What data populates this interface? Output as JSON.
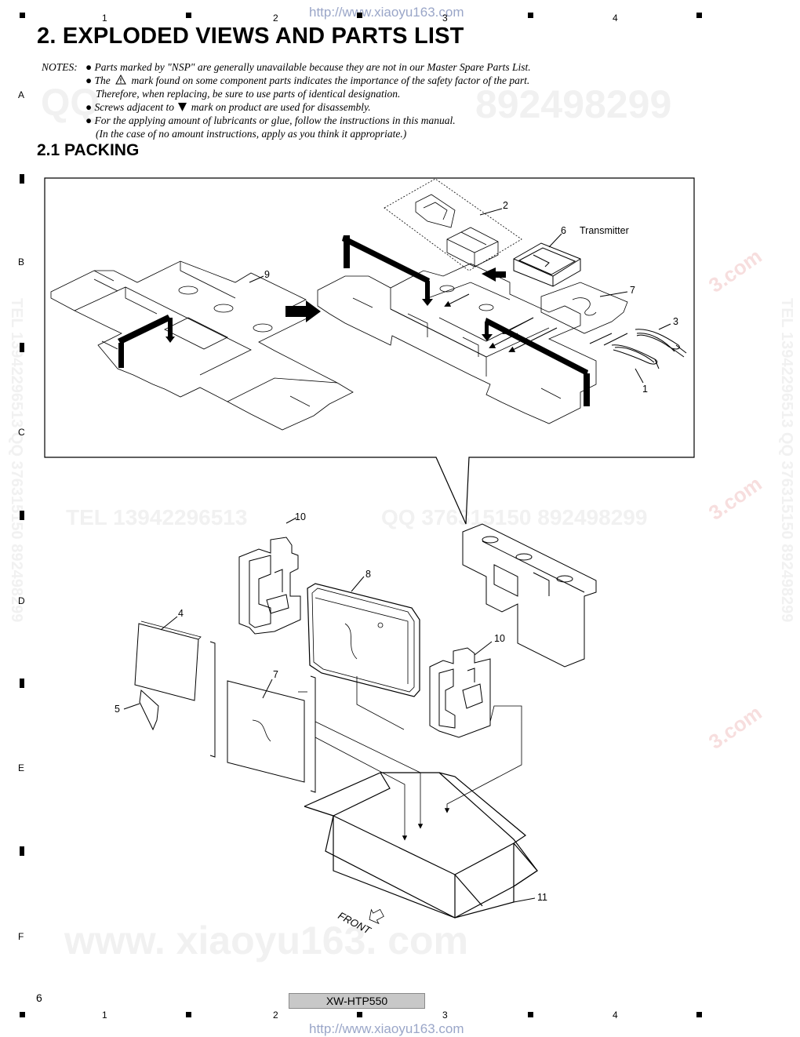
{
  "header": {
    "url": "http://www.xiaoyu163.com",
    "columns": [
      "1",
      "2",
      "3",
      "4"
    ]
  },
  "rows": [
    "A",
    "B",
    "C",
    "D",
    "E",
    "F"
  ],
  "title": "2. EXPLODED VIEWS AND PARTS LIST",
  "notes": {
    "label": "NOTES:",
    "items": [
      "Parts marked by \"NSP\" are generally unavailable because they are not in our Master Spare Parts List.",
      "The",
      "mark found on some component parts indicates the importance of the safety factor of the part.",
      "Therefore, when replacing, be sure to use parts of identical designation.",
      "Screws adjacent to",
      "mark on product are used for disassembly.",
      "For the applying amount of lubricants or glue, follow the instructions in this manual.",
      "(In the case of no amount instructions, apply as you think it appropriate.)"
    ]
  },
  "section": "2.1  PACKING",
  "diagram": {
    "labels": {
      "p1": "1",
      "p2": "2",
      "p3": "3",
      "p4": "4",
      "p5": "5",
      "p6": "6",
      "p7a": "7",
      "p7b": "7",
      "p8": "8",
      "p9": "9",
      "p10a": "10",
      "p10b": "10",
      "p11": "11",
      "transmitter": "Transmitter",
      "front": "FRONT"
    }
  },
  "watermarks": {
    "qq_top": "QQ",
    "num_top": "892498299",
    "tel_mid": "TEL  13942296513",
    "qq_mid": "QQ  376315150  892498299",
    "bottom": "www. xiaoyu163. com",
    "side_left": "TEL 13942296513  QQ 376315150  892498299",
    "side_right": "TEL 13942296513  QQ 376315150  892498299",
    "com1": "3.com",
    "com2": "3.com",
    "com3": "3.com"
  },
  "footer": {
    "page": "6",
    "model": "XW-HTP550",
    "url": "http://www.xiaoyu163.com",
    "columns": [
      "1",
      "2",
      "3",
      "4"
    ]
  }
}
